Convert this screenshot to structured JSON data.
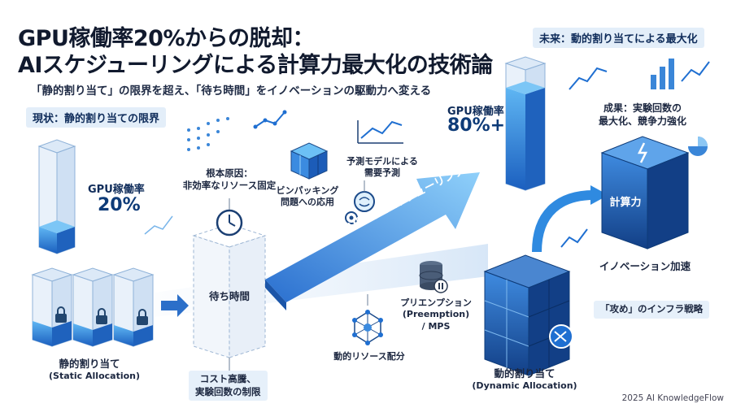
{
  "title": {
    "line1": "GPU稼働率20%からの脱却：",
    "line2": "AIスケジューリングによる計算力最大化の技術論"
  },
  "subtitle": "「静的割り当て」の限界を超え、「待ち時間」をイノベーションの駆動力へ変える",
  "current": {
    "tag": "現状：静的割り当ての限界",
    "gpu_label": "GPU稼働率",
    "gpu_value": "20%",
    "gpu_fill_fraction": 0.2,
    "static_line1": "静的割り当て",
    "static_line2": "(Static Allocation)",
    "root_cause_line1": "根本原因：",
    "root_cause_line2": "非効率なリソース固定",
    "waiting": "待ち時間",
    "cost_line1": "コスト高騰、",
    "cost_line2": "実験回数の制限"
  },
  "solution": {
    "arrow_label": "解決策：AI駆動型スケジューリング",
    "bin_packing_line1": "ビンパッキング",
    "bin_packing_line2": "問題への応用",
    "predict_line1": "予測モデルによる",
    "predict_line2": "需要予測",
    "dynamic_resource": "動的リソース配分",
    "preempt_line1": "プリエンプション",
    "preempt_line2": "(Preemption)",
    "preempt_line3": "/ MPS"
  },
  "future": {
    "tag": "未来：動的割り当てによる最大化",
    "gpu_label": "GPU稼働率",
    "gpu_value": "80%+",
    "gpu_fill_fraction": 0.8,
    "result_line1": "成果：実験回数の",
    "result_line2": "最大化、競争力強化",
    "compute": "計算力",
    "innovation": "イノベーション加速",
    "strategy": "「攻め」のインフラ戦略",
    "dynamic_line1": "動的割り当て",
    "dynamic_line2": "(Dynamic Allocation)"
  },
  "footer": "2025 AI KnowledgeFlow",
  "colors": {
    "accent": "#1f6fd1",
    "dark_blue": "#0e3b78",
    "light_blue": "#5fb0f0",
    "tag_bg": "#e3eef9"
  }
}
